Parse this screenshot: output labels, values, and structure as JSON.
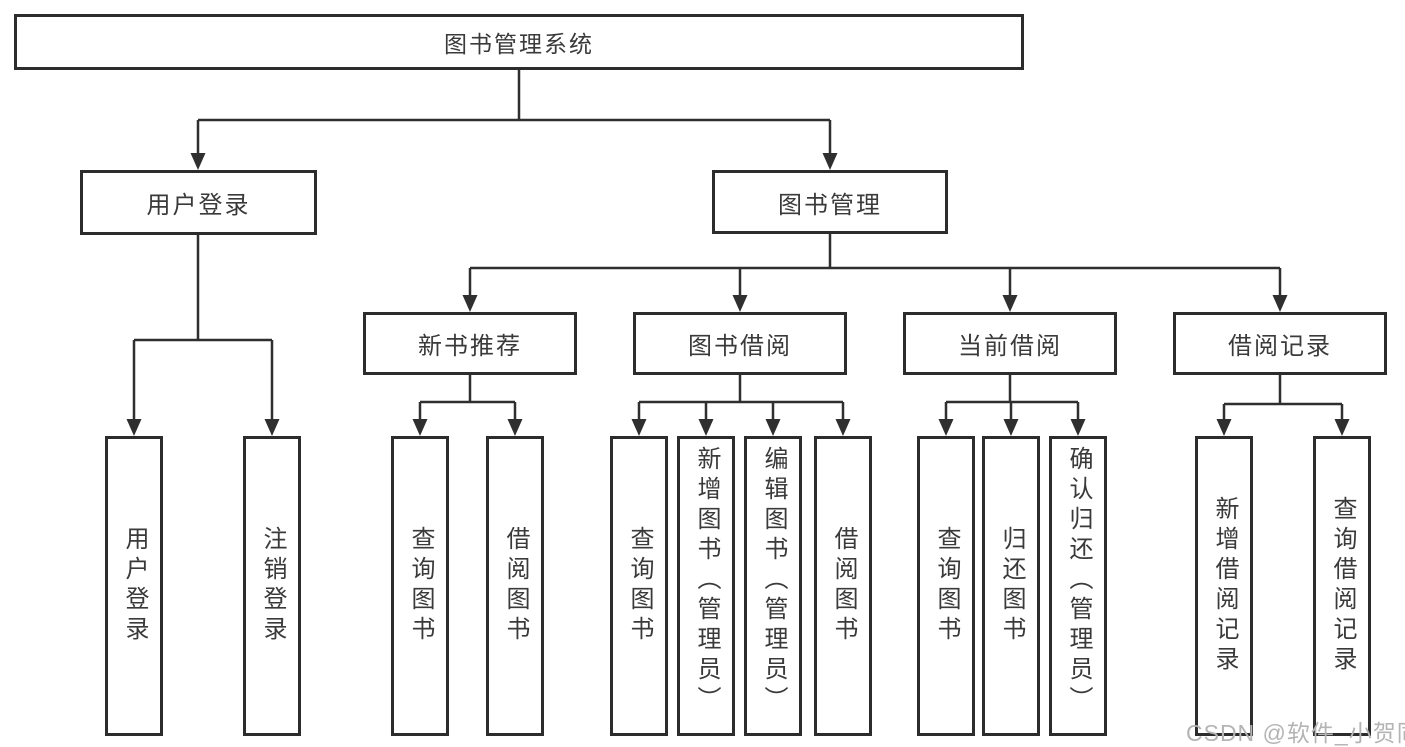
{
  "colors": {
    "background": "#ffffff",
    "line": "#2f2f2f",
    "box_border": "#2c2c2c",
    "box_text": "#3a3a3a",
    "watermark_text": "#b4b4b4"
  },
  "tree": {
    "root": {
      "label": "图书管理系统",
      "children": [
        {
          "label": "用户登录",
          "children": [
            {
              "label": "用户登录"
            },
            {
              "label": "注销登录"
            }
          ]
        },
        {
          "label": "图书管理",
          "children": [
            {
              "label": "新书推荐",
              "children": [
                {
                  "label": "查询图书"
                },
                {
                  "label": "借阅图书"
                }
              ]
            },
            {
              "label": "图书借阅",
              "children": [
                {
                  "label": "查询图书"
                },
                {
                  "label": "新增图书（管理员）"
                },
                {
                  "label": "编辑图书（管理员）"
                },
                {
                  "label": "借阅图书"
                }
              ]
            },
            {
              "label": "当前借阅",
              "children": [
                {
                  "label": "查询图书"
                },
                {
                  "label": "归还图书"
                },
                {
                  "label": "确认归还（管理员）"
                }
              ]
            },
            {
              "label": "借阅记录",
              "children": [
                {
                  "label": "新增借阅记录"
                },
                {
                  "label": "查询借阅记录"
                }
              ]
            }
          ]
        }
      ]
    }
  },
  "watermark": {
    "text": "CSDN @软件_小贺同学"
  }
}
